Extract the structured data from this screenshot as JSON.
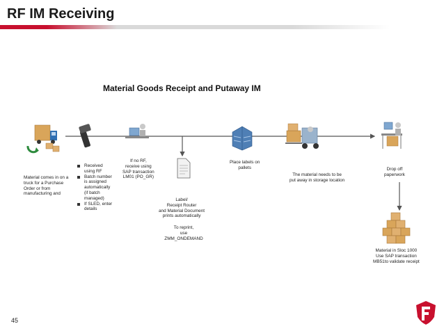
{
  "header": {
    "title": "RF IM Receiving"
  },
  "diagram": {
    "title": "Material Goods Receipt and Putaway IM",
    "step_material_arrives": "Material comes in on a\ntruck for a Purchase\nOrder or from\nmanufacturing and",
    "received_bullets": [
      "Received\nusing RF",
      "Batch number\nis assigned\nautomatically\n(if batch\nmanaged)",
      "If SLED, enter\ndetails"
    ],
    "step_no_rf": "If no RF,\nreceive using\nSAP transaction\nLM01 (PO_GR)",
    "step_label": "Label/\nReceipt Router\nand Material Document\nprints automatically",
    "step_reprint": "To reprint,\nuse\nZMM_ONDEMAND",
    "step_place_labels": "Place labels on\npallets",
    "step_put_away": "The material needs to be\nput away in storage location",
    "step_drop_off": "Drop off\npaperwork",
    "step_sloc": "Material in Sloc 1000\nUse SAP transaction\nMB51to validate receipt"
  },
  "footer": {
    "page_number": "45"
  },
  "colors": {
    "brand_red": "#c8102e",
    "arrow": "#555555",
    "box_tan": "#d9a55a",
    "truck_blue": "#2f6fb3",
    "arrow_green": "#2e8b3d"
  },
  "icons": {
    "truck": "delivery-truck-icon",
    "scanner": "rf-scanner-icon",
    "worker": "desktop-worker-icon",
    "document": "document-icon",
    "building": "warehouse-building-icon",
    "forklift": "forklift-icon",
    "desk": "paperwork-desk-icon",
    "boxes": "stacked-boxes-icon",
    "logo": "firestone-logo-icon"
  }
}
